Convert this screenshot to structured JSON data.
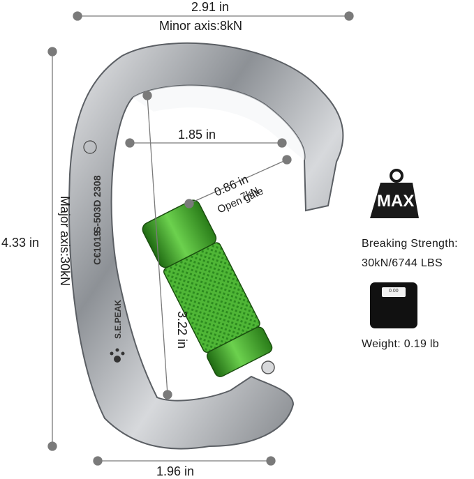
{
  "dimensions": {
    "width_top": "2.91 in",
    "minor_axis": "Minor axis:8kN",
    "height_left": "4.33 in",
    "major_axis": "Major axis:30kN",
    "inner_width": "1.85 in",
    "gate_opening": "0.86 in",
    "open_gate": "Open gate",
    "open_gate_strength": "7kN",
    "inner_height": "3.22 in",
    "bottom_width": "1.96 in"
  },
  "engraving": {
    "model": "S-503D 2308",
    "cert": "C€1019",
    "brand": "S.E.PEAK"
  },
  "specs": {
    "max_badge": "MAX",
    "breaking_label": "Breaking Strength:",
    "breaking_value": "30kN/6744 LBS",
    "scale_display": "0.00",
    "weight": "Weight: 0.19 lb"
  },
  "colors": {
    "metal": "#a9acb0",
    "gate_green": "#3f9e2a",
    "dimension_line": "#7a7a7a"
  }
}
